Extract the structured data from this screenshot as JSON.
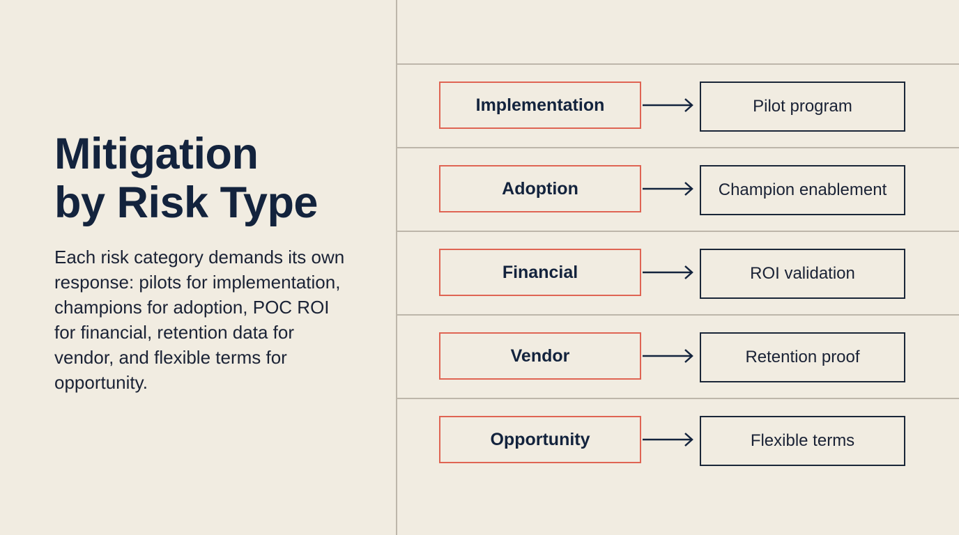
{
  "slide": {
    "title": "Mitigation\nby Risk Type",
    "description": "Each risk category demands its own response: pilots for implementation, champions for adoption, POC ROI for financial, retention data for vendor, and flexible terms for opportunity."
  },
  "colors": {
    "background": "#f1ece1",
    "text_primary": "#13233d",
    "risk_border": "#df6453",
    "mitigation_border": "#1a2638",
    "divider": "#bdb6aa"
  },
  "rows": [
    {
      "risk": "Implementation",
      "mitigation": "Pilot program",
      "arrow_icon": "right-arrow"
    },
    {
      "risk": "Adoption",
      "mitigation": "Champion enablement",
      "arrow_icon": "right-arrow"
    },
    {
      "risk": "Financial",
      "mitigation": "ROI validation",
      "arrow_icon": "right-arrow"
    },
    {
      "risk": "Vendor",
      "mitigation": "Retention proof",
      "arrow_icon": "right-arrow"
    },
    {
      "risk": "Opportunity",
      "mitigation": "Flexible terms",
      "arrow_icon": "right-arrow"
    }
  ]
}
